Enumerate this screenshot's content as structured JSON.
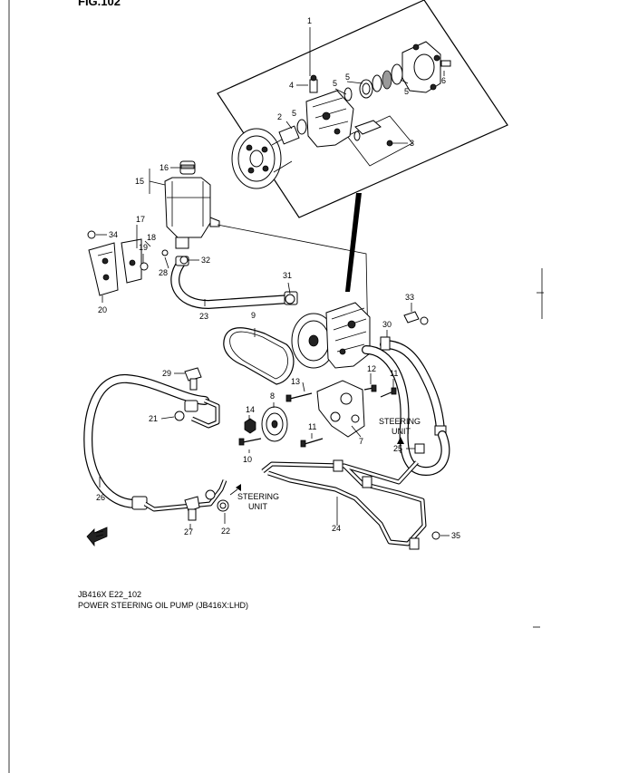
{
  "figure": {
    "heading": "FIG.102"
  },
  "caption": {
    "code": "JB416X E22_102",
    "title": "POWER STEERING OIL PUMP (JB416X:LHD)"
  },
  "notes": {
    "steering_unit_right": [
      "STEERING",
      "UNIT"
    ],
    "steering_unit_lower": [
      "STEERING",
      "UNIT"
    ]
  },
  "callouts": [
    "1",
    "2",
    "3",
    "4",
    "5",
    "5",
    "5",
    "5",
    "6",
    "7",
    "8",
    "9",
    "10",
    "11",
    "11",
    "12",
    "13",
    "14",
    "15",
    "16",
    "17",
    "18",
    "19",
    "20",
    "21",
    "22",
    "23",
    "24",
    "25",
    "26",
    "27",
    "28",
    "29",
    "30",
    "31",
    "32",
    "33",
    "34",
    "35"
  ],
  "icons": {
    "front_arrow": "front-direction-arrow-icon"
  }
}
